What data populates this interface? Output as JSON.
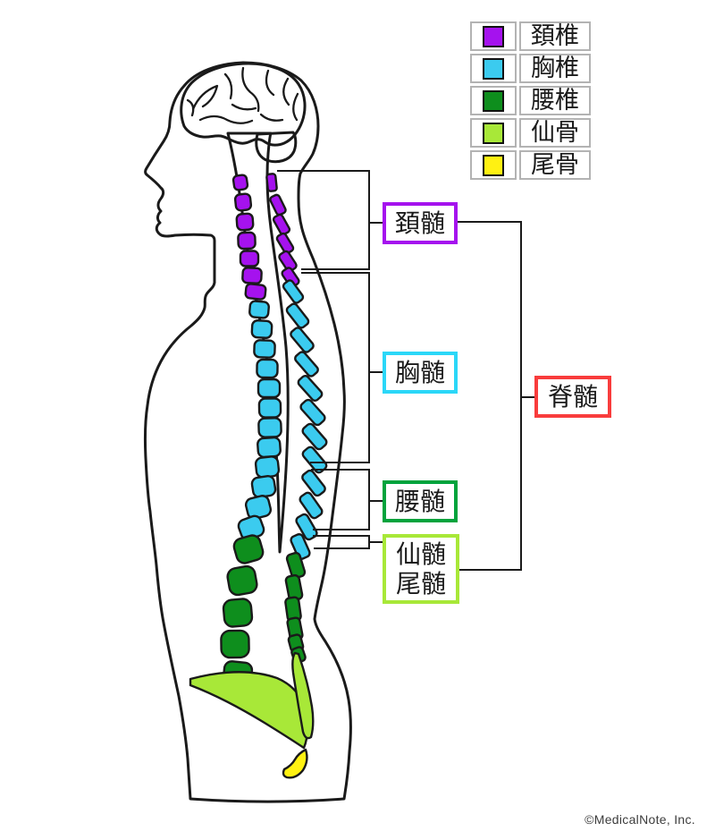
{
  "legend": {
    "rows": [
      {
        "label": "頚椎",
        "color": "#A512EE"
      },
      {
        "label": "胸椎",
        "color": "#3BCBEF"
      },
      {
        "label": "腰椎",
        "color": "#0E8E1D"
      },
      {
        "label": "仙骨",
        "color": "#A8E838"
      },
      {
        "label": "尾骨",
        "color": "#FFF112"
      }
    ]
  },
  "labels": {
    "cervical_cord": {
      "text": "頚髄",
      "border_color": "#A512EE"
    },
    "thoracic_cord": {
      "text": "胸髄",
      "border_color": "#2BD7F8"
    },
    "lumbar_cord": {
      "text": "腰髄",
      "border_color": "#00A33C"
    },
    "sacral_cord": {
      "line1": "仙髄",
      "line2": "尾髄",
      "border_color": "#A8E838"
    },
    "spinal_cord": {
      "text": "脊髄",
      "border_color": "#F93C3C"
    }
  },
  "colors": {
    "body_fill": "#FBEEE2",
    "outline": "#1A1A1A",
    "brain": "#F8CBCB",
    "cerebellum": "#F69C9C",
    "cord": "#F6A71F",
    "cervical": "#A512EE",
    "thoracic": "#3BCBEF",
    "lumbar": "#0E8E1D",
    "sacrum": "#A8E838",
    "coccyx": "#FFF112"
  },
  "footer": {
    "copyright": "©MedicalNote, Inc."
  }
}
